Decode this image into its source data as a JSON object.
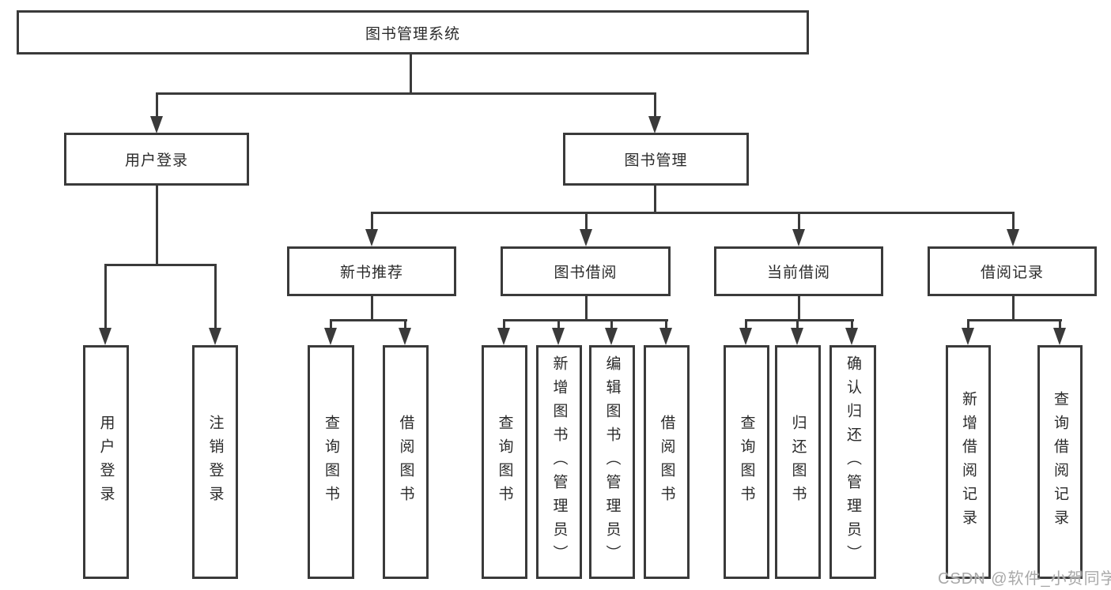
{
  "diagram": {
    "root": {
      "label": "图书管理系统"
    },
    "level2": [
      {
        "label": "用户登录"
      },
      {
        "label": "图书管理"
      }
    ],
    "level3": [
      {
        "label": "新书推荐"
      },
      {
        "label": "图书借阅"
      },
      {
        "label": "当前借阅"
      },
      {
        "label": "借阅记录"
      }
    ],
    "leaves": {
      "userLogin": [
        {
          "label": "用户登录"
        },
        {
          "label": "注销登录"
        }
      ],
      "newBookRecommend": [
        {
          "label": "查询图书"
        },
        {
          "label": "借阅图书"
        }
      ],
      "bookBorrow": [
        {
          "label": "查询图书"
        },
        {
          "label": "新增图书（管理员）"
        },
        {
          "label": "编辑图书（管理员）"
        },
        {
          "label": "借阅图书"
        }
      ],
      "currentBorrow": [
        {
          "label": "查询图书"
        },
        {
          "label": "归还图书"
        },
        {
          "label": "确认归还（管理员）"
        }
      ],
      "borrowRecords": [
        {
          "label": "新增借阅记录"
        },
        {
          "label": "查询借阅记录"
        }
      ]
    }
  },
  "watermark": {
    "text": "CSDN @软件_小贺同学"
  },
  "colors": {
    "background": "#ffffff",
    "line": "#3a3a3a",
    "text": "#2b2b2b",
    "watermark": "#a9a9a9"
  }
}
